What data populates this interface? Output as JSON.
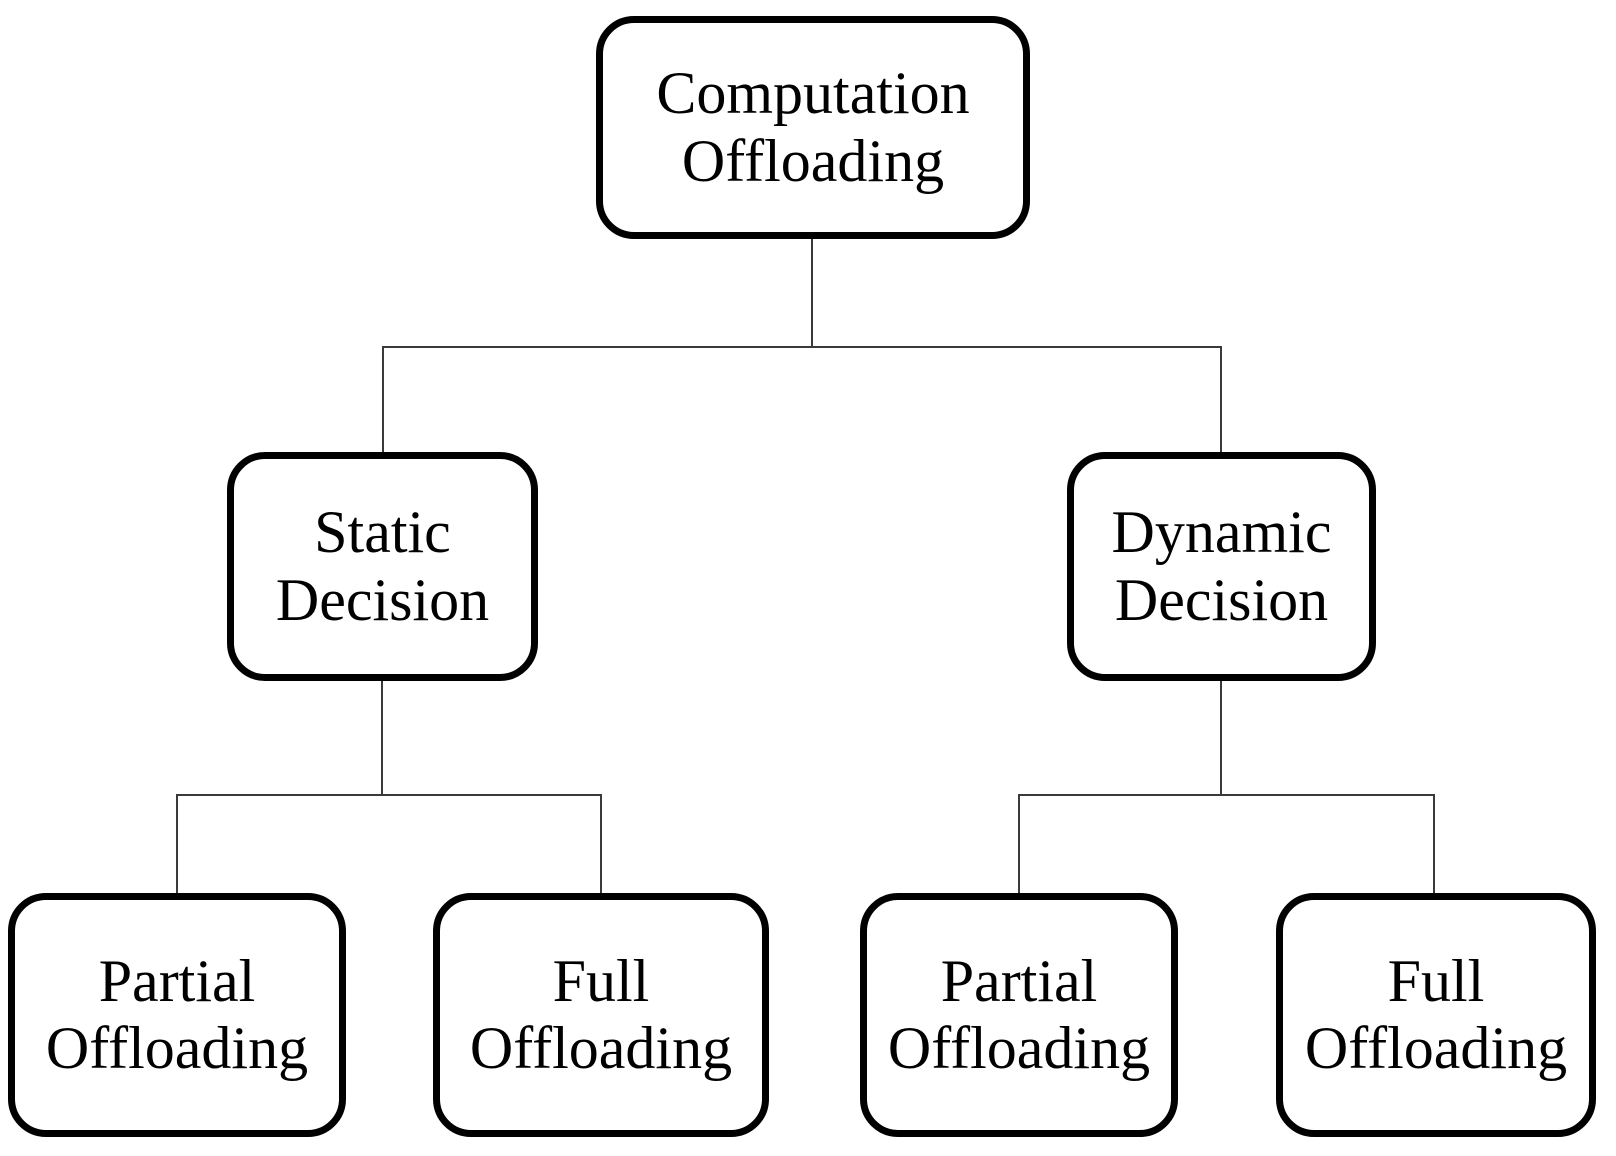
{
  "diagram_type": "tree",
  "colors": {
    "background": "#ffffff",
    "node_border": "#000000",
    "node_fill": "#ffffff",
    "text": "#000000",
    "connector": "#3a3a3a"
  },
  "nodes": {
    "root": {
      "line1": "Computation",
      "line2": "Offloading"
    },
    "static": {
      "line1": "Static",
      "line2": "Decision"
    },
    "dynamic": {
      "line1": "Dynamic",
      "line2": "Decision"
    },
    "static_partial": {
      "line1": "Partial",
      "line2": "Offloading"
    },
    "static_full": {
      "line1": "Full",
      "line2": "Offloading"
    },
    "dynamic_partial": {
      "line1": "Partial",
      "line2": "Offloading"
    },
    "dynamic_full": {
      "line1": "Full",
      "line2": "Offloading"
    }
  },
  "edges": [
    {
      "from": "Computation Offloading",
      "to": "Static Decision"
    },
    {
      "from": "Computation Offloading",
      "to": "Dynamic Decision"
    },
    {
      "from": "Static Decision",
      "to": "Partial Offloading"
    },
    {
      "from": "Static Decision",
      "to": "Full Offloading"
    },
    {
      "from": "Dynamic Decision",
      "to": "Partial Offloading"
    },
    {
      "from": "Dynamic Decision",
      "to": "Full Offloading"
    }
  ]
}
